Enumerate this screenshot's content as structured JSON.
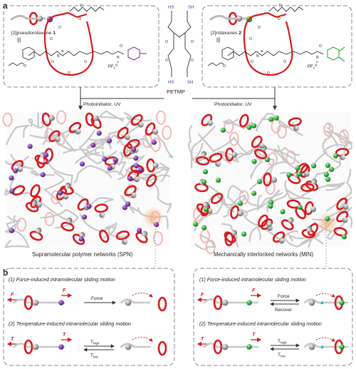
{
  "panel_a": {
    "letter": "a",
    "left_compound": {
      "prefix": "[2]pseudorotaxane ",
      "number": "1",
      "counterion": "PF",
      "counterion_sub": "6",
      "counterion_sup": "⊖"
    },
    "right_compound": {
      "prefix": "[2]rotaxanes ",
      "number": "2",
      "counterion": "PF",
      "counterion_sub": "6",
      "counterion_sup": "⊖"
    },
    "crosslinker": {
      "name": "PETMP",
      "groups": [
        "HS",
        "SH",
        "HS",
        "SH"
      ]
    },
    "arrow_left_label": "Photoinitiator, UV",
    "arrow_right_label": "Photoinitiator, UV",
    "network_left_caption": "Supramolecular polymer networks (SPN)",
    "network_right_caption": "Mechanically interlocked networks (MIN)",
    "chem_atoms": {
      "nh": "NH",
      "plus": "⊕",
      "o": "O",
      "n": "N",
      "h": "H"
    }
  },
  "panel_b": {
    "letter": "b",
    "left": {
      "title1": "(1) Force-induced intramolecular sliding motion",
      "title2": "(2) Temperature-induced intramolecular sliding motion",
      "force_label": "Force",
      "t_high": "T",
      "t_high_sub": "high",
      "t_low": "T",
      "t_low_sub": "low"
    },
    "right": {
      "title1": "(1) Force-induced intramolecular sliding motion",
      "title2": "(2) Temperature-induced intramolecular sliding motion",
      "force_label": "Force",
      "recover_label": "Recover",
      "t_high": "T",
      "t_high_sub": "high",
      "t_low": "T",
      "t_low_sub": "low"
    },
    "symbols": {
      "f": "F",
      "t": "T"
    }
  },
  "colors": {
    "ring": "#d7191c",
    "purple": "#7b3fa8",
    "green": "#2eae3a",
    "grey_bead": "#a8a8a8",
    "chain": "#c8c8c8",
    "blue_label": "#2b4fa0",
    "highlight": "#f4b183"
  }
}
